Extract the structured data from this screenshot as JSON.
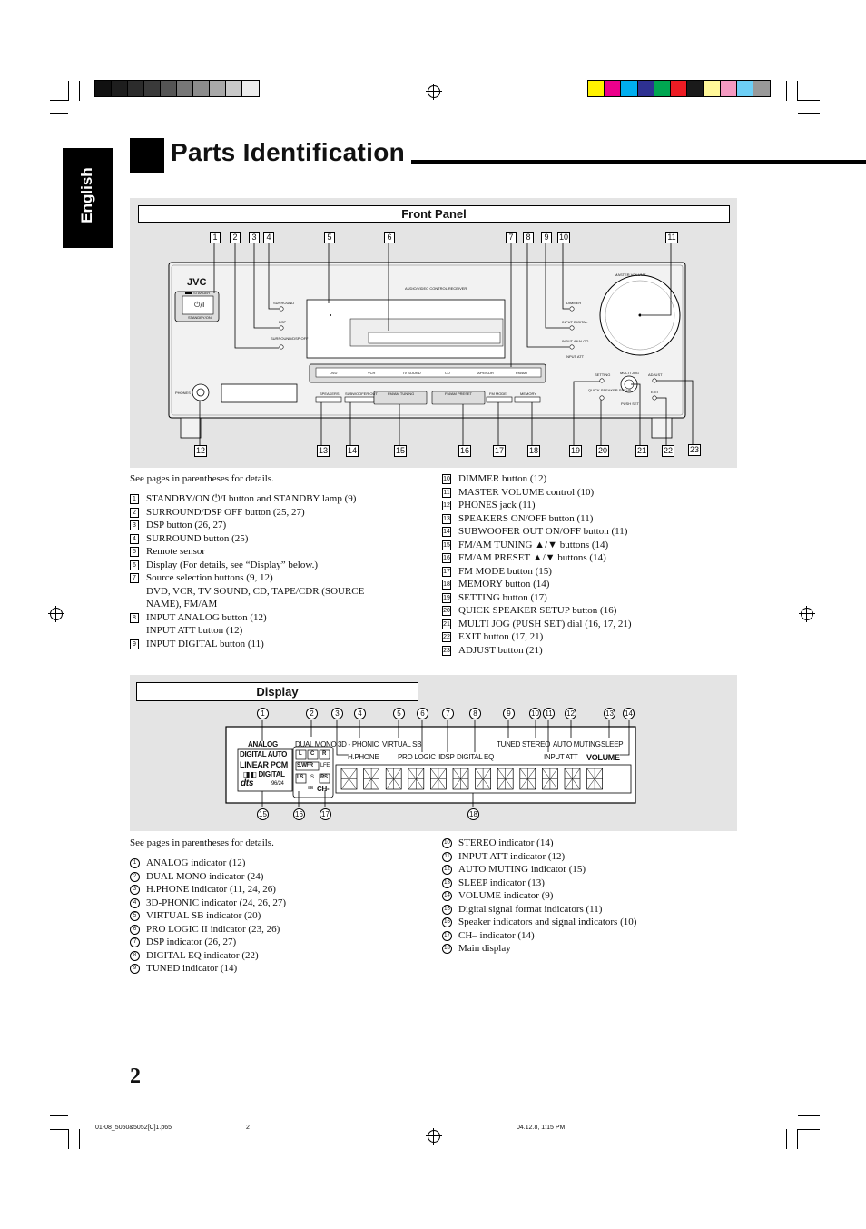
{
  "language_tab": "English",
  "page_title": "Parts Identification",
  "front_panel": {
    "heading": "Front Panel",
    "callouts": [
      "1",
      "2",
      "3",
      "4",
      "5",
      "6",
      "7",
      "8",
      "9",
      "10",
      "11",
      "12",
      "13",
      "14",
      "15",
      "16",
      "17",
      "18",
      "19",
      "20",
      "21",
      "22",
      "23"
    ],
    "device_labels": {
      "brand": "JVC",
      "standby": "STANDBY",
      "standby_on": "STANDBY/ON",
      "model": "AUDIO/VIDEO CONTROL RECEIVER",
      "surround": "SURROUND",
      "dsp": "DSP",
      "surround_dsp_off": "SURROUND/DSP OFF",
      "dimmer": "DIMMER",
      "input_digital": "INPUT DIGITAL",
      "input_analog": "INPUT ANALOG",
      "input_att": "INPUT ATT",
      "master_volume": "MASTER VOLUME",
      "phones": "PHONES",
      "sources": [
        "DVD",
        "VCR",
        "TV SOUND",
        "CD",
        "TAPE/CDR",
        "FM/AM"
      ],
      "speakers": "SPEAKERS",
      "subwoofer_out": "SUBWOOFER OUT",
      "fm_am_tuning": "FM/AM TUNING",
      "fm_am_preset": "FM/AM PRESET",
      "fm_mode": "FM MODE",
      "memory": "MEMORY",
      "setting": "SETTING",
      "quick_speaker_setup": "QUICK SPEAKER SETUP",
      "multi_jog": "MULTI JOG",
      "push_set": "PUSH SET",
      "adjust": "ADJUST",
      "exit": "EXIT"
    },
    "intro": "See pages in parentheses for details.",
    "items_left": [
      {
        "n": "1",
        "text": "STANDBY/ON ⏻/I button and STANDBY lamp (9)"
      },
      {
        "n": "2",
        "text": "SURROUND/DSP OFF button (25, 27)"
      },
      {
        "n": "3",
        "text": "DSP button (26, 27)"
      },
      {
        "n": "4",
        "text": "SURROUND button (25)"
      },
      {
        "n": "5",
        "text": "Remote sensor"
      },
      {
        "n": "6",
        "text": "Display (For details, see “Display” below.)"
      },
      {
        "n": "7",
        "text": "Source selection buttons (9, 12)"
      },
      {
        "n": "",
        "text": "DVD, VCR, TV SOUND, CD, TAPE/CDR (SOURCE"
      },
      {
        "n": "",
        "text": "NAME), FM/AM"
      },
      {
        "n": "8",
        "text": "INPUT ANALOG button (12)"
      },
      {
        "n": "",
        "text": "INPUT ATT button (12)"
      },
      {
        "n": "9",
        "text": "INPUT DIGITAL button (11)"
      }
    ],
    "items_right": [
      {
        "n": "10",
        "text": "DIMMER button (12)"
      },
      {
        "n": "11",
        "text": "MASTER VOLUME control (10)"
      },
      {
        "n": "12",
        "text": "PHONES jack (11)"
      },
      {
        "n": "13",
        "text": "SPEAKERS ON/OFF button (11)"
      },
      {
        "n": "14",
        "text": "SUBWOOFER OUT ON/OFF button (11)"
      },
      {
        "n": "15",
        "text": "FM/AM TUNING ▲/▼ buttons (14)"
      },
      {
        "n": "16",
        "text": "FM/AM PRESET ▲/▼ buttons (14)"
      },
      {
        "n": "17",
        "text": "FM MODE button (15)"
      },
      {
        "n": "18",
        "text": "MEMORY button (14)"
      },
      {
        "n": "19",
        "text": "SETTING button (17)"
      },
      {
        "n": "20",
        "text": "QUICK SPEAKER SETUP button (16)"
      },
      {
        "n": "21",
        "text": "MULTI JOG (PUSH SET) dial (16, 17, 21)"
      },
      {
        "n": "22",
        "text": "EXIT button (17, 21)"
      },
      {
        "n": "23",
        "text": "ADJUST button (21)"
      }
    ]
  },
  "display": {
    "heading": "Display",
    "callouts": [
      "1",
      "2",
      "3",
      "4",
      "5",
      "6",
      "7",
      "8",
      "9",
      "10",
      "11",
      "12",
      "13",
      "14",
      "15",
      "16",
      "17",
      "18"
    ],
    "labels": {
      "analog": "ANALOG",
      "dual_mono": "DUAL MONO",
      "three_d_phonic": "3D - PHONIC",
      "virtual_sb": "VIRTUAL SB",
      "h_phone": "H.PHONE",
      "pro_logic": "PRO LOGIC II",
      "dsp": "DSP",
      "digital_eq": "DIGITAL EQ",
      "tuned": "TUNED",
      "stereo": "STEREO",
      "auto_muting": "AUTO  MUTING",
      "sleep": "SLEEP",
      "input_att": "INPUT ATT",
      "volume": "VOLUME",
      "digital_auto": "DIGITAL AUTO",
      "linear_pcm": "LINEAR PCM",
      "digital": "DIGITAL",
      "dts": "dts",
      "rate": "96/24",
      "ch_minus": "CH-",
      "spk_l": "L",
      "spk_c": "C",
      "spk_r": "R",
      "spk_swfr": "S.WFR",
      "spk_lfe": "LFE",
      "spk_ls": "LS",
      "spk_s": "S",
      "spk_rs": "RS",
      "spk_sb": "SB"
    },
    "intro": "See pages in parentheses for details.",
    "items_left": [
      {
        "n": "1",
        "text": "ANALOG indicator (12)"
      },
      {
        "n": "2",
        "text": "DUAL MONO indicator (24)"
      },
      {
        "n": "3",
        "text": "H.PHONE indicator (11, 24, 26)"
      },
      {
        "n": "4",
        "text": "3D-PHONIC indicator (24, 26, 27)"
      },
      {
        "n": "5",
        "text": "VIRTUAL SB indicator (20)"
      },
      {
        "n": "6",
        "text": "PRO LOGIC II indicator (23, 26)"
      },
      {
        "n": "7",
        "text": "DSP indicator (26, 27)"
      },
      {
        "n": "8",
        "text": "DIGITAL EQ indicator (22)"
      },
      {
        "n": "9",
        "text": "TUNED indicator (14)"
      }
    ],
    "items_right": [
      {
        "n": "10",
        "text": "STEREO indicator (14)"
      },
      {
        "n": "11",
        "text": "INPUT ATT indicator (12)"
      },
      {
        "n": "12",
        "text": "AUTO MUTING indicator (15)"
      },
      {
        "n": "13",
        "text": "SLEEP indicator (13)"
      },
      {
        "n": "14",
        "text": "VOLUME indicator (9)"
      },
      {
        "n": "15",
        "text": "Digital signal format indicators (11)"
      },
      {
        "n": "16",
        "text": "Speaker indicators and signal indicators (10)"
      },
      {
        "n": "17",
        "text": "CH– indicator (14)"
      },
      {
        "n": "18",
        "text": "Main display"
      }
    ]
  },
  "page_number": "2",
  "footer": {
    "file": "01-08_5050&5052[C]1.p65",
    "page": "2",
    "date": "04.12.8, 1:15 PM"
  },
  "colors": {
    "panel_bg": "#e4e4e4",
    "swatches_gray": [
      "#111111",
      "#1e1e1e",
      "#2c2c2c",
      "#3a3a3a",
      "#555555",
      "#777777",
      "#8c8c8c",
      "#a8a8a8",
      "#c9c9c9",
      "#ececec"
    ],
    "swatches_color": [
      "#fff200",
      "#ec008c",
      "#00aeef",
      "#2e3192",
      "#00a651",
      "#ed1c24",
      "#1a1a1a",
      "#fff799",
      "#f49ac1",
      "#6dcff6",
      "#999999"
    ]
  }
}
